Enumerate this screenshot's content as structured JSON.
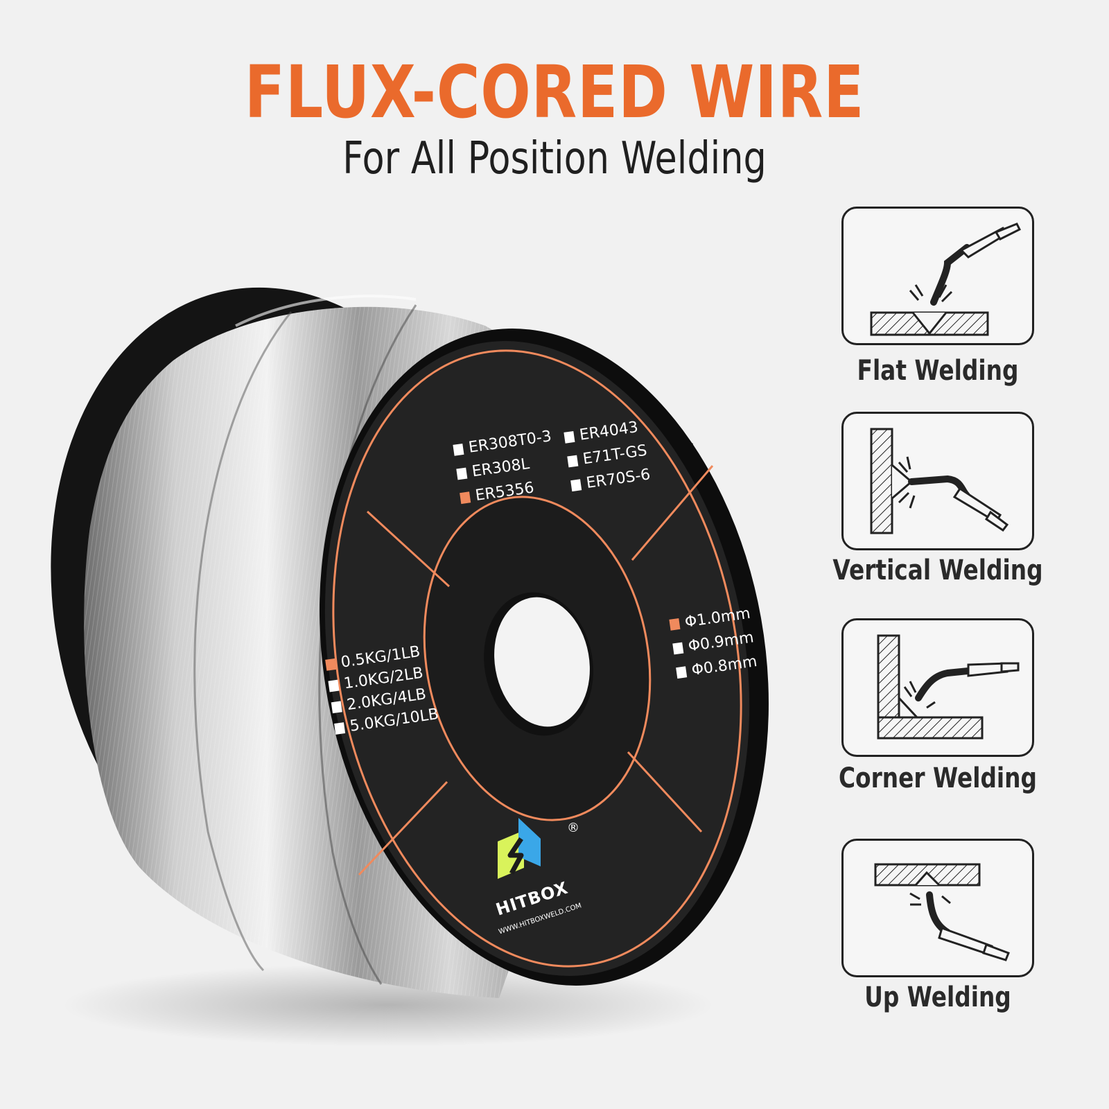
{
  "header": {
    "title": "FLUX-CORED WIRE",
    "subtitle": "For All Position Welding"
  },
  "colors": {
    "accent": "#ea6a2c",
    "spool_face": "#222222",
    "ring_line": "#f08a5d"
  },
  "spool": {
    "materials_left": [
      {
        "label": "ER308T0-3",
        "selected": false
      },
      {
        "label": "ER308L",
        "selected": false
      },
      {
        "label": "ER5356",
        "selected": true
      }
    ],
    "materials_right": [
      {
        "label": "ER4043",
        "selected": false
      },
      {
        "label": "E71T-GS",
        "selected": false
      },
      {
        "label": "ER70S-6",
        "selected": false
      }
    ],
    "weights": [
      {
        "label": "0.5KG/1LB",
        "selected": true
      },
      {
        "label": "1.0KG/2LB",
        "selected": false
      },
      {
        "label": "2.0KG/4LB",
        "selected": false
      },
      {
        "label": "5.0KG/10LB",
        "selected": false
      }
    ],
    "diameters": [
      {
        "label": "Φ1.0mm",
        "selected": true
      },
      {
        "label": "Φ0.9mm",
        "selected": false
      },
      {
        "label": "Φ0.8mm",
        "selected": false
      }
    ],
    "brand": {
      "name": "HITBOX",
      "url": "WWW.HITBOXWELD.COM",
      "registered": "®"
    }
  },
  "positions": [
    {
      "label": "Flat Welding",
      "icon": "flat-welding-icon"
    },
    {
      "label": "Vertical Welding",
      "icon": "vertical-welding-icon"
    },
    {
      "label": "Corner Welding",
      "icon": "corner-welding-icon"
    },
    {
      "label": "Up Welding",
      "icon": "up-welding-icon"
    }
  ]
}
